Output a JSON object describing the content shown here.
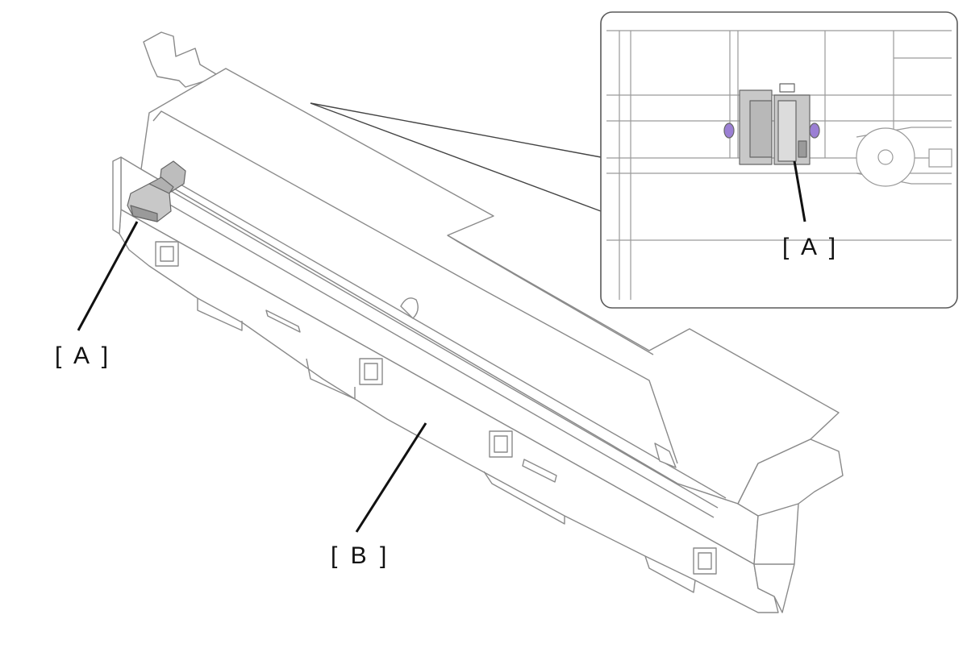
{
  "callouts": {
    "part_a_main": "[ A ]",
    "part_a_inset": "[ A ]",
    "part_b": "[ B ]"
  },
  "colors": {
    "outline": "#8a8a8a",
    "leader": "#111111",
    "part_a_fill": "#c8c8c8",
    "part_a_dark": "#9a9a9a",
    "pin_accent": "#9b7fd4",
    "inset_border": "#5a5a5a"
  }
}
